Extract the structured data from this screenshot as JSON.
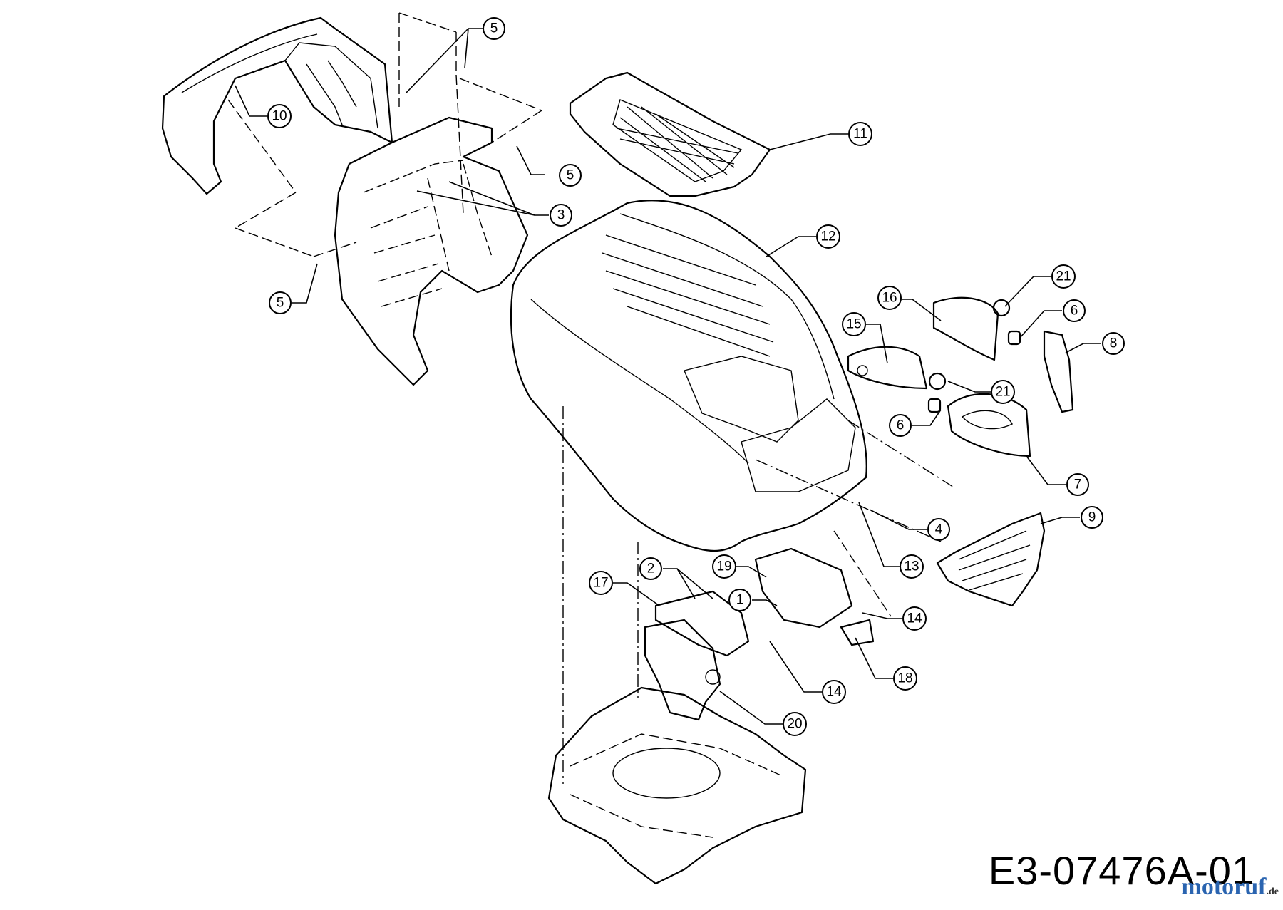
{
  "diagram": {
    "code": "E3-07476A-01",
    "watermark": "motoruf",
    "watermark_tld": ".de",
    "callouts": [
      "5",
      "5",
      "5",
      "5",
      "10",
      "11",
      "3",
      "12",
      "16",
      "21",
      "6",
      "15",
      "8",
      "21",
      "6",
      "7",
      "4",
      "9",
      "13",
      "19",
      "2",
      "17",
      "1",
      "14",
      "18",
      "14",
      "20"
    ]
  }
}
